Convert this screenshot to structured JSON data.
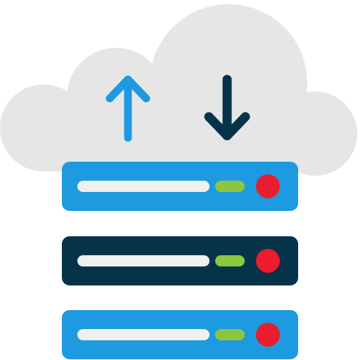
{
  "icon": {
    "name": "cloud-server-sync-icon",
    "cloud_color": "#e6e6e6",
    "upload_arrow_color": "#1e9ae0",
    "download_arrow_color": "#06334a"
  },
  "servers": [
    {
      "name": "server-unit-top",
      "body_color": "#1e9ae0",
      "slot_color": "#f0f0f0",
      "led_green": "#8cc63f",
      "led_red": "#ea1c2d"
    },
    {
      "name": "server-unit-middle",
      "body_color": "#06334a",
      "slot_color": "#f0f0f0",
      "led_green": "#8cc63f",
      "led_red": "#ea1c2d"
    },
    {
      "name": "server-unit-bottom",
      "body_color": "#1e9ae0",
      "slot_color": "#f0f0f0",
      "led_green": "#8cc63f",
      "led_red": "#ea1c2d"
    }
  ]
}
